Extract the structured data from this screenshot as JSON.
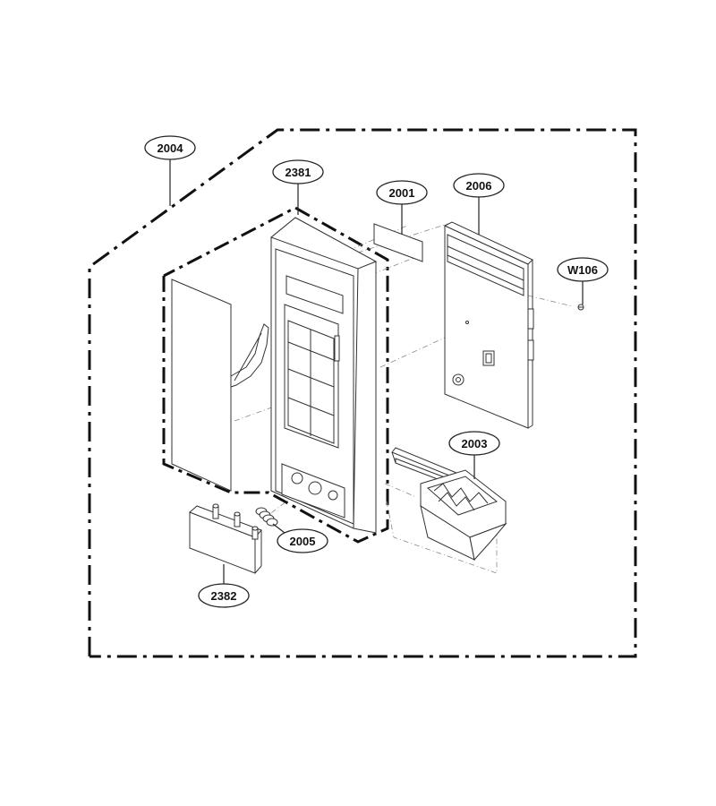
{
  "diagram": {
    "part_labels": {
      "p2004": "2004",
      "p2381": "2381",
      "p2001": "2001",
      "p2006": "2006",
      "pW106": "W106",
      "p2003": "2003",
      "p2005": "2005",
      "p2382": "2382"
    },
    "colors": {
      "line": "#111111",
      "background": "#ffffff"
    }
  }
}
